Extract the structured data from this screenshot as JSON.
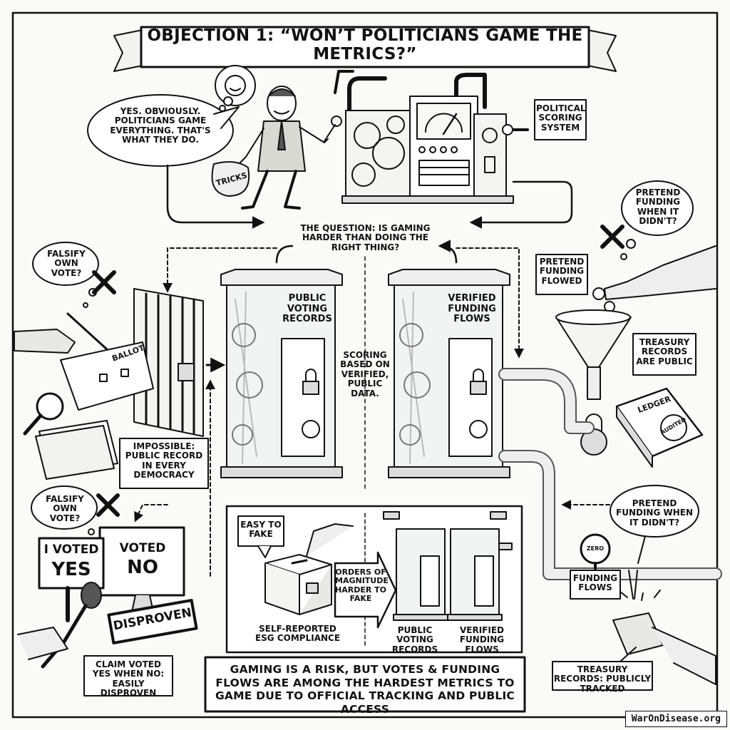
{
  "title": "OBJECTION 1: “WON’T POLITICIANS GAME THE METRICS?”",
  "top": {
    "speech": "YES. OBVIOUSLY. POLITICIANS GAME EVERYTHING. THAT'S WHAT THEY DO.",
    "bag_label": "TRICKS",
    "machine_label": "POLITICAL SCORING SYSTEM",
    "question": "THE QUESTION: IS GAMING HARDER THAN DOING THE RIGHT THING?"
  },
  "center": {
    "vault_left": "PUBLIC VOTING RECORDS",
    "vault_right": "VERIFIED FUNDING FLOWS",
    "middle_text": "SCORING BASED ON VERIFIED, PUBLIC DATA."
  },
  "left": {
    "thought_1": "FALSIFY OWN VOTE?",
    "ballot_label": "BALLOT",
    "impossible": "IMPOSSIBLE: PUBLIC RECORD IN EVERY DEMOCRACY",
    "thought_2": "FALSIFY OWN VOTE?",
    "sign_yes_top": "I VOTED",
    "sign_yes_bottom": "YES",
    "screen_top": "VOTED",
    "screen_bottom": "NO",
    "stamp": "DISPROVEN",
    "claim": "CLAIM VOTED YES WHEN NO: EASILY DISPROVEN"
  },
  "right": {
    "thought_1": "PRETEND FUNDING WHEN IT DIDN'T?",
    "pretend_flowed": "PRETEND FUNDING FLOWED",
    "treasury_public": "TREASURY RECORDS ARE PUBLIC",
    "ledger": "LEDGER",
    "audited": "AUDITED",
    "thought_2": "PRETEND FUNDING WHEN IT DIDN'T?",
    "gauge": "ZERO",
    "pipe_label": "FUNDING FLOWS",
    "tracked": "TREASURY RECORDS: PUBLICLY TRACKED"
  },
  "compare": {
    "easy": "EASY TO FAKE",
    "box_label": "SELF-REPORTED ESG COMPLIANCE",
    "arrow_text": "ORDERS OF MAGNITUDE HARDER TO FAKE",
    "vault_a": "PUBLIC VOTING RECORDS",
    "vault_b": "VERIFIED FUNDING FLOWS"
  },
  "footer": "GAMING IS A RISK, BUT VOTES & FUNDING FLOWS ARE AMONG THE HARDEST METRICS TO GAME DUE TO OFFICIAL TRACKING AND PUBLIC ACCESS",
  "watermark": "WarOnDisease.org"
}
